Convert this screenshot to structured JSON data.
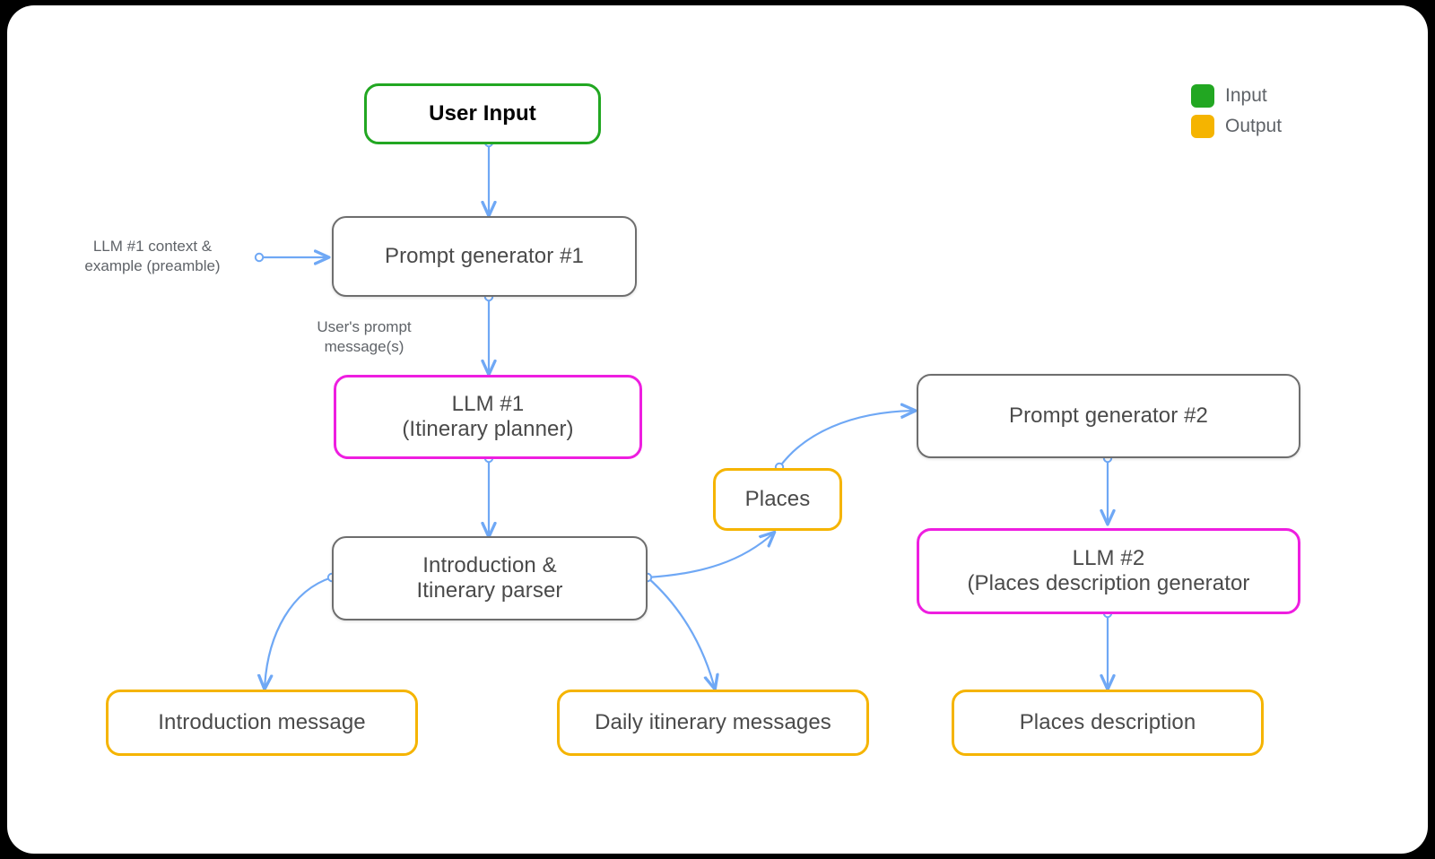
{
  "canvas": {
    "background": "#ffffff",
    "frame": "#000000"
  },
  "colors": {
    "input_border": "#22a722",
    "output_border": "#f5b400",
    "llm_border": "#ee1ee0",
    "process_border": "#6e6e6e",
    "edge": "#6fa8f5",
    "text": "#4a4a4a",
    "label_text": "#5f6368"
  },
  "legend": {
    "items": [
      {
        "label": "Input",
        "color": "#22a722"
      },
      {
        "label": "Output",
        "color": "#f5b400"
      }
    ]
  },
  "nodes": {
    "user_input": {
      "label": "User Input",
      "kind": "input"
    },
    "prompt_generator_1": {
      "label": "Prompt generator #1",
      "kind": "process"
    },
    "llm_1": {
      "label": "LLM #1\n(Itinerary planner)",
      "kind": "llm"
    },
    "parser": {
      "label": "Introduction &\nItinerary parser",
      "kind": "process"
    },
    "places": {
      "label": "Places",
      "kind": "output"
    },
    "prompt_generator_2": {
      "label": "Prompt generator #2",
      "kind": "process"
    },
    "llm_2": {
      "label": "LLM #2\n(Places description generator",
      "kind": "llm"
    },
    "introduction_message": {
      "label": "Introduction message",
      "kind": "output"
    },
    "daily_itinerary_messages": {
      "label": "Daily itinerary messages",
      "kind": "output"
    },
    "places_description": {
      "label": "Places description",
      "kind": "output"
    }
  },
  "edge_labels": {
    "preamble": "LLM #1 context &\nexample (preamble)",
    "user_prompt": "User's prompt\nmessage(s)"
  },
  "chart_data": {
    "type": "diagram",
    "title": "",
    "nodes": [
      {
        "id": "user_input",
        "label": "User Input",
        "kind": "input"
      },
      {
        "id": "prompt_generator_1",
        "label": "Prompt generator #1",
        "kind": "process"
      },
      {
        "id": "llm_1",
        "label": "LLM #1 (Itinerary planner)",
        "kind": "llm"
      },
      {
        "id": "parser",
        "label": "Introduction & Itinerary parser",
        "kind": "process"
      },
      {
        "id": "places",
        "label": "Places",
        "kind": "output"
      },
      {
        "id": "prompt_generator_2",
        "label": "Prompt generator #2",
        "kind": "process"
      },
      {
        "id": "llm_2",
        "label": "LLM #2 (Places description generator",
        "kind": "llm"
      },
      {
        "id": "introduction_message",
        "label": "Introduction message",
        "kind": "output"
      },
      {
        "id": "daily_itinerary_messages",
        "label": "Daily itinerary messages",
        "kind": "output"
      },
      {
        "id": "places_description",
        "label": "Places description",
        "kind": "output"
      }
    ],
    "edges": [
      {
        "from": "user_input",
        "to": "prompt_generator_1",
        "label": ""
      },
      {
        "from": "preamble-source",
        "to": "prompt_generator_1",
        "label": "LLM #1 context & example (preamble)"
      },
      {
        "from": "prompt_generator_1",
        "to": "llm_1",
        "label": "User's prompt message(s)"
      },
      {
        "from": "llm_1",
        "to": "parser",
        "label": ""
      },
      {
        "from": "parser",
        "to": "introduction_message",
        "label": ""
      },
      {
        "from": "parser",
        "to": "places",
        "label": ""
      },
      {
        "from": "parser",
        "to": "daily_itinerary_messages",
        "label": ""
      },
      {
        "from": "places",
        "to": "prompt_generator_2",
        "label": ""
      },
      {
        "from": "prompt_generator_2",
        "to": "llm_2",
        "label": ""
      },
      {
        "from": "llm_2",
        "to": "places_description",
        "label": ""
      }
    ]
  }
}
